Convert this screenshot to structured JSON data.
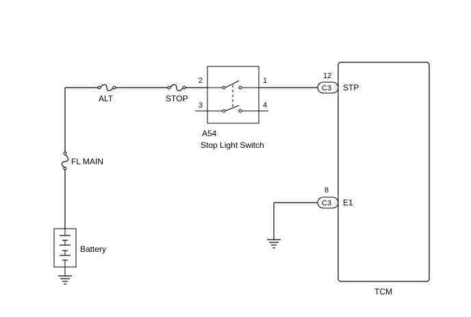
{
  "fuses": {
    "alt": "ALT",
    "stop": "STOP",
    "fl_main": "FL MAIN"
  },
  "battery": {
    "label": "Battery"
  },
  "switch": {
    "code": "A54",
    "name": "Stop Light Switch",
    "pins": {
      "p1": "1",
      "p2": "2",
      "p3": "3",
      "p4": "4"
    }
  },
  "tcm": {
    "label": "TCM",
    "connectors": [
      {
        "connector": "C3",
        "pin": "12",
        "terminal": "STP"
      },
      {
        "connector": "C3",
        "pin": "8",
        "terminal": "E1"
      }
    ]
  }
}
